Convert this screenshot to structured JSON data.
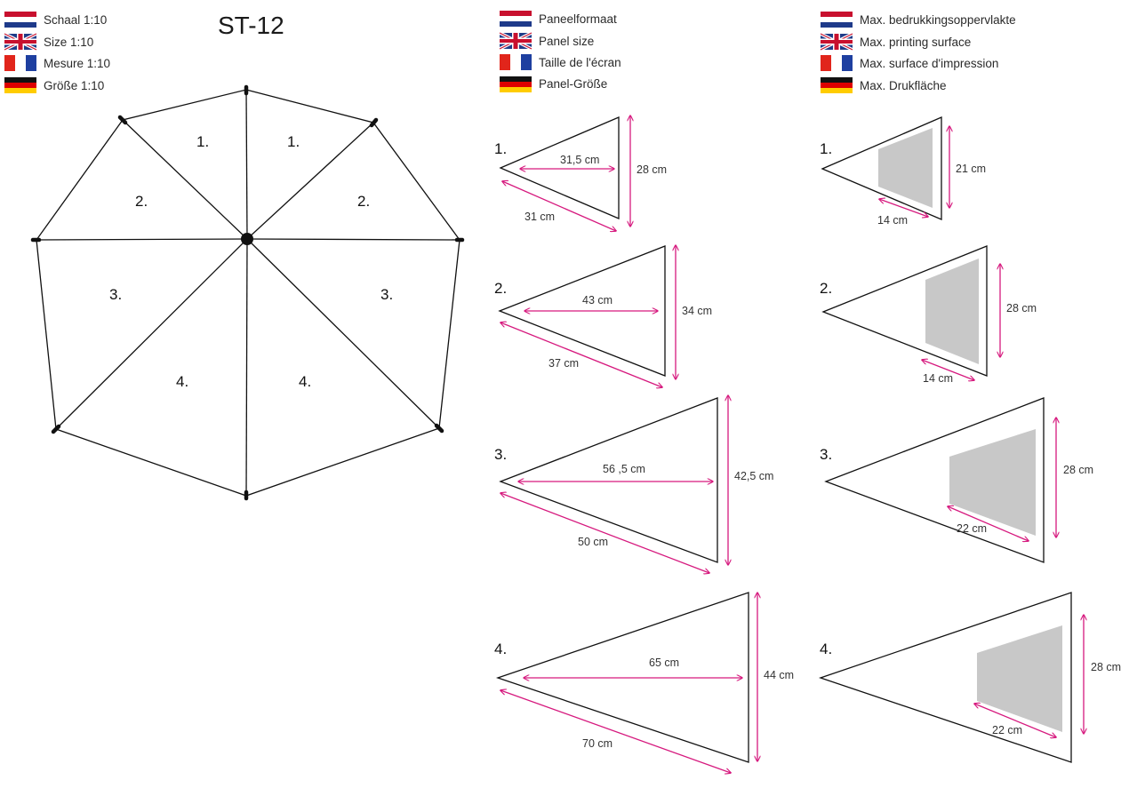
{
  "title": "ST-12",
  "colors": {
    "dimension": "#d6197e",
    "print_area": "#c8c8c8",
    "line": "#111111"
  },
  "legends": {
    "scale": [
      "Schaal 1:10",
      "Size 1:10",
      "Mesure 1:10",
      "Größe 1:10"
    ],
    "panel_size": [
      "Paneelformaat",
      "Panel size",
      "Taille de l'écran",
      "Panel-Größe"
    ],
    "print_surface": [
      "Max. bedrukkingsoppervlakte",
      "Max. printing surface",
      "Max. surface d'impression",
      "Max. Drukfläche"
    ],
    "flags": [
      "flag-nl-icon",
      "flag-uk-icon",
      "flag-fr-icon",
      "flag-de-icon"
    ]
  },
  "segment_labels": [
    "1.",
    "1.",
    "2.",
    "2.",
    "3.",
    "3.",
    "4.",
    "4."
  ],
  "panels": [
    {
      "number": "1.",
      "inner": "31,5 cm",
      "edge": "31 cm",
      "height": "28 cm",
      "print_width": "14 cm",
      "print_height": "21 cm"
    },
    {
      "number": "2.",
      "inner": "43 cm",
      "edge": "37 cm",
      "height": "34 cm",
      "print_width": "14 cm",
      "print_height": "28 cm"
    },
    {
      "number": "3.",
      "inner": "56 ,5 cm",
      "edge": "50 cm",
      "height": "42,5 cm",
      "print_width": "22 cm",
      "print_height": "28 cm"
    },
    {
      "number": "4.",
      "inner": "65 cm",
      "edge": "70 cm",
      "height": "44 cm",
      "print_width": "22 cm",
      "print_height": "28 cm"
    }
  ]
}
